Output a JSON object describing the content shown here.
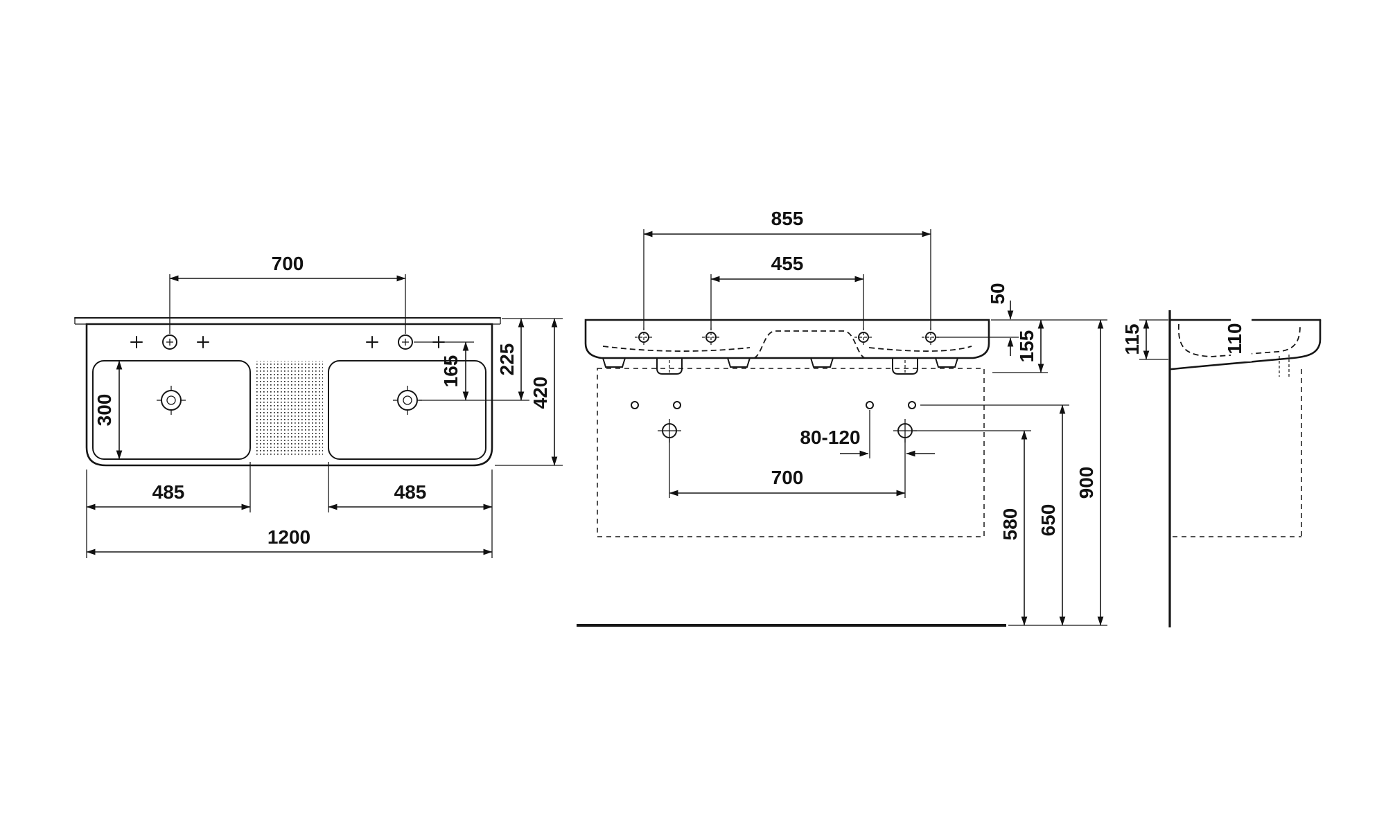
{
  "plan_view": {
    "faucet_spacing": "700",
    "basin_depth": "300",
    "drain_offset_inner": "165",
    "drain_offset_outer": "225",
    "overall_depth": "420",
    "basin_left_width": "485",
    "basin_right_width": "485",
    "overall_width": "1200"
  },
  "front_view": {
    "outer_hole_spacing": "855",
    "inner_hole_spacing": "455",
    "top_to_hole": "50",
    "body_height": "155",
    "fixing_range": "80-120",
    "fixing_bolt_spacing": "700",
    "bolt_height": "580",
    "hole_height": "650",
    "rim_height": "900"
  },
  "side_view": {
    "front_edge_height": "115",
    "bowl_depth": "110"
  }
}
